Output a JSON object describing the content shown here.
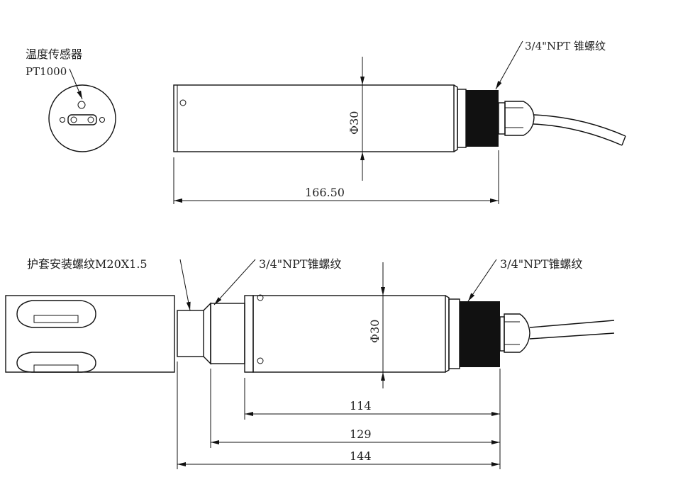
{
  "top_view": {
    "sensor_label": "温度传感器",
    "sensor_model": "PT1000",
    "thread_label": "3/4\"NPT 锥螺纹",
    "diameter_label": "Φ30",
    "length_label": "166.50"
  },
  "bottom_view": {
    "sheath_thread_label": "护套安装螺纹M20X1.5",
    "thread_label_left": "3/4\"NPT锥螺纹",
    "thread_label_right": "3/4\"NPT锥螺纹",
    "diameter_label": "Φ30",
    "dim_114": "114",
    "dim_129": "129",
    "dim_144": "144"
  }
}
